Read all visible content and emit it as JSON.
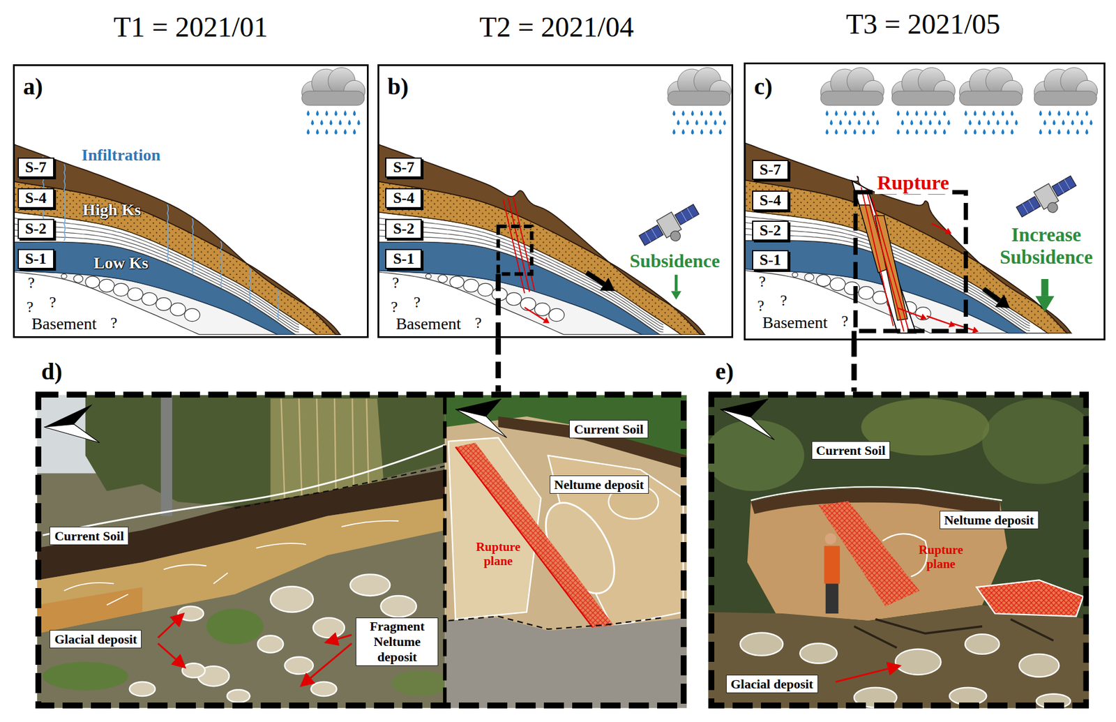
{
  "diagram": {
    "nodes": [
      {
        "text": [
          "a)"
        ]
      },
      {
        "text": [
          "S-7"
        ],
        "in": 0
      },
      {
        "text": [
          "S-4"
        ],
        "in": 0
      },
      {
        "text": [
          "S-2"
        ],
        "in": 0
      },
      {
        "text": [
          "S-1"
        ],
        "in": 0
      },
      {
        "text": [
          "b)"
        ]
      },
      {
        "text": [
          "S-7"
        ],
        "in": 5
      },
      {
        "text": [
          "S-4"
        ],
        "in": 5
      },
      {
        "text": [
          "S-2"
        ],
        "in": 5
      },
      {
        "text": [
          "S-1"
        ],
        "in": 5
      },
      {
        "text": [
          "c)"
        ]
      },
      {
        "text": [
          "S-7"
        ],
        "in": 10
      },
      {
        "text": [
          "S-4"
        ],
        "in": 10
      },
      {
        "text": [
          "S-2"
        ],
        "in": 10
      },
      {
        "text": [
          "S-1"
        ],
        "in": 10
      },
      {
        "text": [
          "d)"
        ]
      },
      {
        "text": [
          "Current Soil"
        ],
        "in": 15
      },
      {
        "text": [
          "Glacial deposit"
        ],
        "in": 15
      },
      {
        "text": [
          "Fragment Neltume deposit"
        ],
        "in": 15
      },
      {
        "text": [
          "Current Soil"
        ],
        "in": 15
      },
      {
        "text": [
          "Neltume deposit"
        ],
        "in": 15
      },
      {
        "text": [
          "e)"
        ]
      },
      {
        "text": [
          "Current Soil"
        ],
        "in": 21
      },
      {
        "text": [
          "Neltume deposit"
        ],
        "in": 21
      },
      {
        "text": [
          "Glacial deposit"
        ],
        "in": 21
      }
    ],
    "edges": [
      {
        "from": 5,
        "to": 15,
        "arrow": "none"
      },
      {
        "from": 10,
        "to": 21,
        "arrow": "none"
      }
    ],
    "labels": [
      "T1 = 2021/01",
      "T2 = 2021/04",
      "T3 = 2021/05",
      "Infiltration",
      "High Ks",
      "Low Ks",
      "?",
      "?",
      "?",
      "?",
      "Basement",
      "?",
      "?",
      "?",
      "?",
      "Basement",
      "Subsidence",
      "Rupture",
      "Increase Subsidence",
      "?",
      "?",
      "?",
      "?",
      "Basement",
      "Rupture plane",
      "Rupture plane"
    ]
  }
}
